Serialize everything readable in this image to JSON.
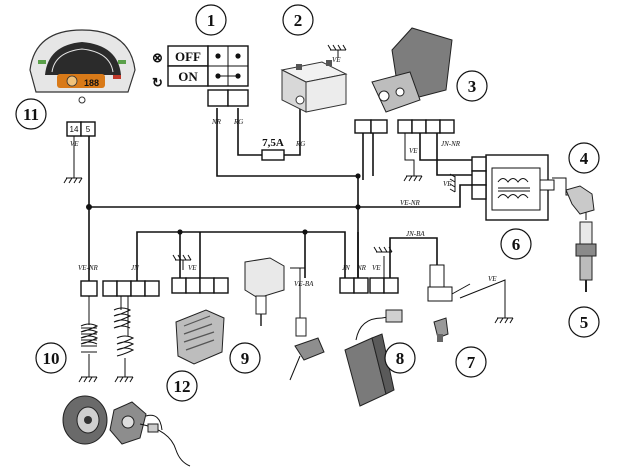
{
  "callouts": {
    "c1": "1",
    "c2": "2",
    "c3": "3",
    "c4": "4",
    "c5": "5",
    "c6": "6",
    "c7": "7",
    "c8": "8",
    "c9": "9",
    "c10": "10",
    "c11": "11",
    "c12": "12"
  },
  "switch": {
    "off": "OFF",
    "on": "ON"
  },
  "fuse": "7,5A",
  "dash_pins": {
    "p1": "14",
    "p2": "5"
  },
  "wire_labels": {
    "nr_a": "NR",
    "rg_a": "RG",
    "rg_b": "RG",
    "ve_batt": "VE",
    "ve_cdi": "VE",
    "ve_dash": "VE",
    "jn_nr_top": "JN-NR",
    "ve_nr_main": "VE-NR",
    "ve_nr_left": "VE-NR",
    "jn_left": "JN",
    "ve_reg": "VE",
    "ve_ba": "VE-BA",
    "jn_mid": "JN",
    "nr_mid": "NR",
    "ve_mid": "VE",
    "jn_ba": "JN-BA",
    "ve_sensor": "VE",
    "ve_coil": "VE"
  },
  "dash_display": "188"
}
